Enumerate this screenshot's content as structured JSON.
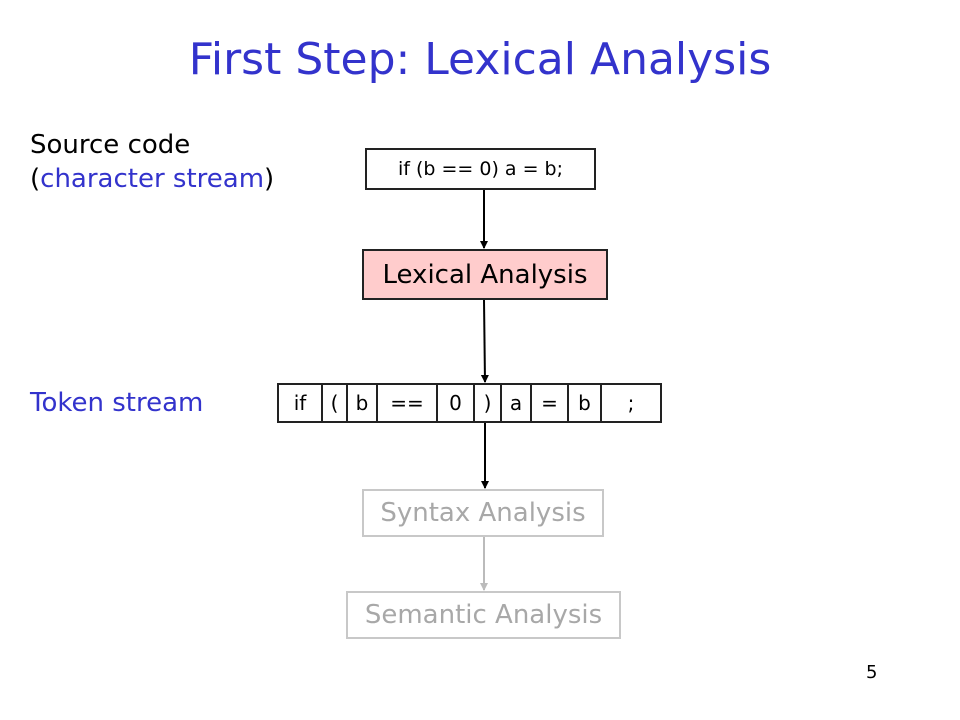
{
  "title": "First Step: Lexical Analysis",
  "source_label": {
    "line1": "Source code",
    "paren_open": "(",
    "highlight": "character stream",
    "paren_close": ")"
  },
  "token_label": "Token stream",
  "source_code": "if (b == 0) a = b;",
  "stages": {
    "lexical": "Lexical Analysis",
    "syntax": "Syntax Analysis",
    "semantic": "Semantic Analysis"
  },
  "tokens": [
    "if",
    "(",
    "b",
    "==",
    "0",
    ")",
    "a",
    "=",
    "b",
    ";"
  ],
  "colors": {
    "title": "#3333cc",
    "highlight_text": "#3333cc",
    "lexical_fill": "#ffcccc",
    "inactive": "#a8a8a8"
  },
  "page_number": "5"
}
